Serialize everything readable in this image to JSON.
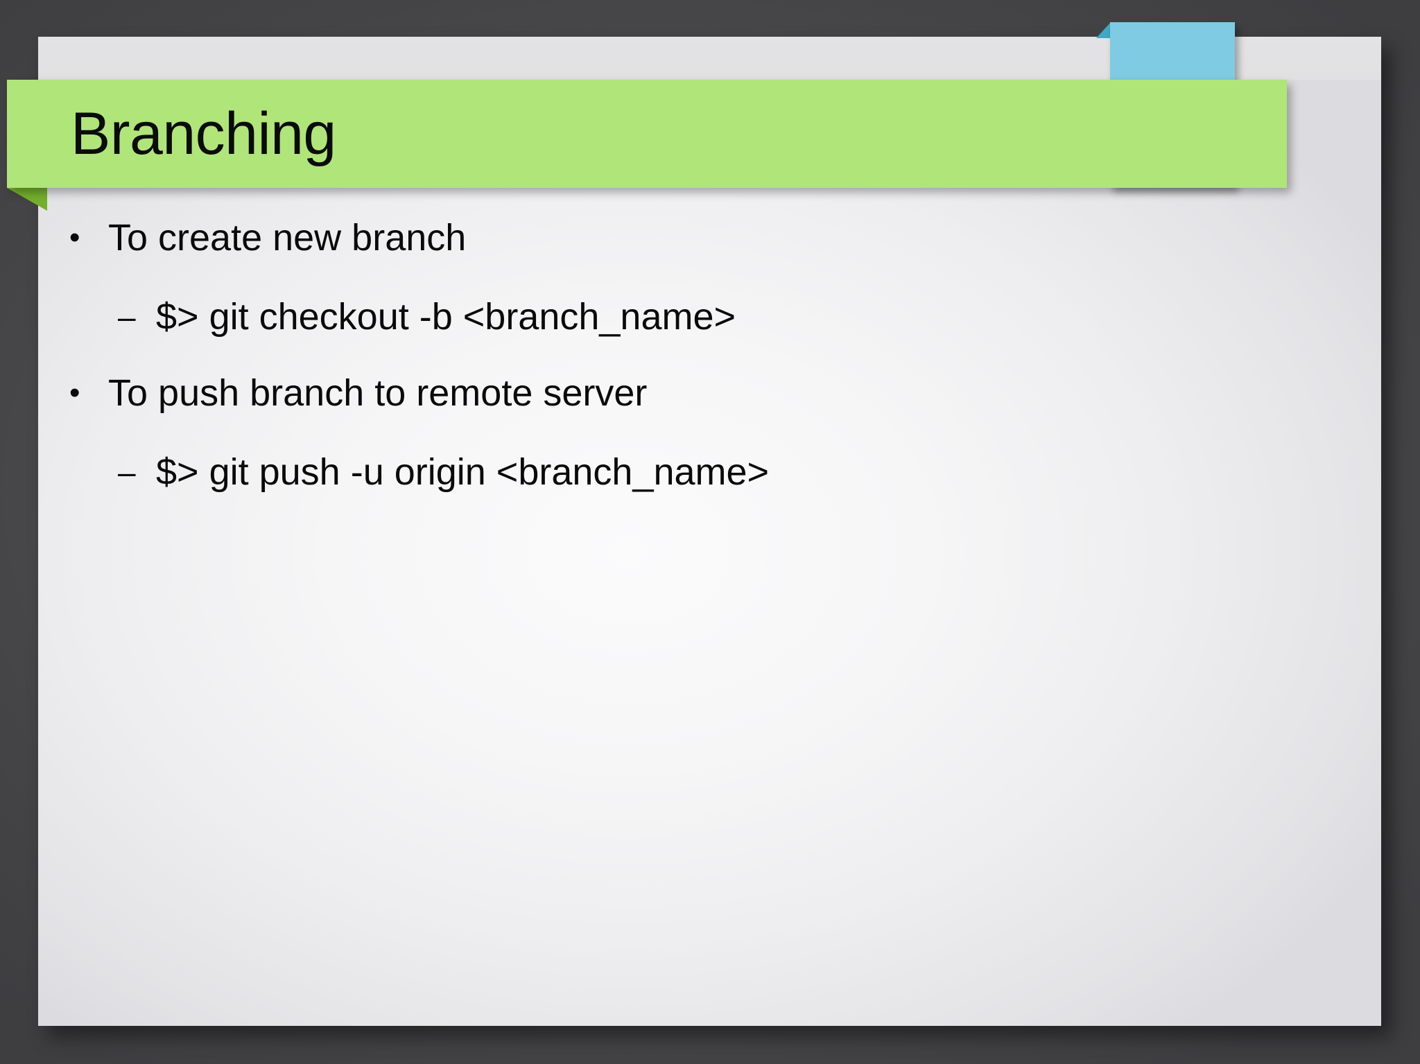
{
  "slide": {
    "title": "Branching",
    "theme": {
      "banner_color": "#b0e579",
      "banner_fold_color": "#74b02c",
      "tab_color": "#7ecbe3",
      "tab_fold_color": "#3fa9c6",
      "background_color": "#47474a",
      "slide_color": "#f4f4f5",
      "text_color": "#0a0a0a"
    },
    "content": [
      {
        "level": 1,
        "marker": "•",
        "text": "To create new branch"
      },
      {
        "level": 2,
        "marker": "–",
        "text": "$> git checkout -b <branch_name>"
      },
      {
        "level": 1,
        "marker": "•",
        "text": "To push branch to remote server"
      },
      {
        "level": 2,
        "marker": "–",
        "text": "$> git push -u origin <branch_name>"
      }
    ]
  }
}
